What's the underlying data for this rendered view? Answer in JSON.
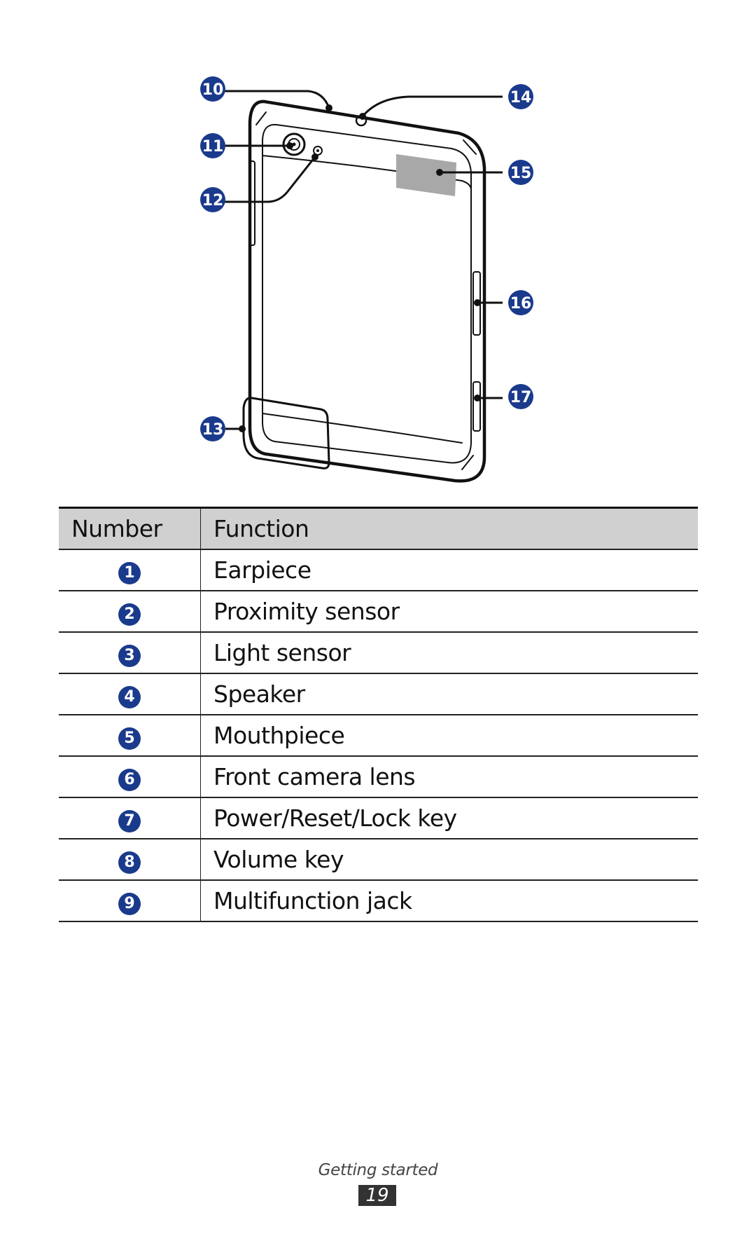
{
  "diagram": {
    "callouts": [
      {
        "number": "10"
      },
      {
        "number": "11"
      },
      {
        "number": "12"
      },
      {
        "number": "13"
      },
      {
        "number": "14"
      },
      {
        "number": "15"
      },
      {
        "number": "16"
      },
      {
        "number": "17"
      }
    ]
  },
  "table": {
    "headers": {
      "number": "Number",
      "function": "Function"
    },
    "rows": [
      {
        "number": "1",
        "function": "Earpiece"
      },
      {
        "number": "2",
        "function": "Proximity sensor"
      },
      {
        "number": "3",
        "function": "Light sensor"
      },
      {
        "number": "4",
        "function": "Speaker"
      },
      {
        "number": "5",
        "function": "Mouthpiece"
      },
      {
        "number": "6",
        "function": "Front camera lens"
      },
      {
        "number": "7",
        "function": "Power/Reset/Lock key"
      },
      {
        "number": "8",
        "function": "Volume key"
      },
      {
        "number": "9",
        "function": "Multifunction jack"
      }
    ]
  },
  "footer": {
    "section": "Getting started",
    "page": "19"
  }
}
